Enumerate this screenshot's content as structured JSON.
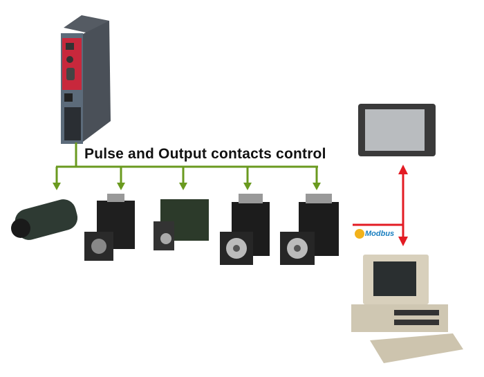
{
  "diagram": {
    "title": "Pulse and Output contacts control",
    "protocol_label": "Modbus",
    "nodes": [
      "controller",
      "motor-1",
      "motor-2",
      "motor-3",
      "motor-4",
      "motor-5",
      "hmi-touch-panel",
      "pc"
    ],
    "colors": {
      "control_line": "#6a9a1f",
      "modbus_line": "#e31b23",
      "controller_panel": "#c8283c"
    }
  }
}
